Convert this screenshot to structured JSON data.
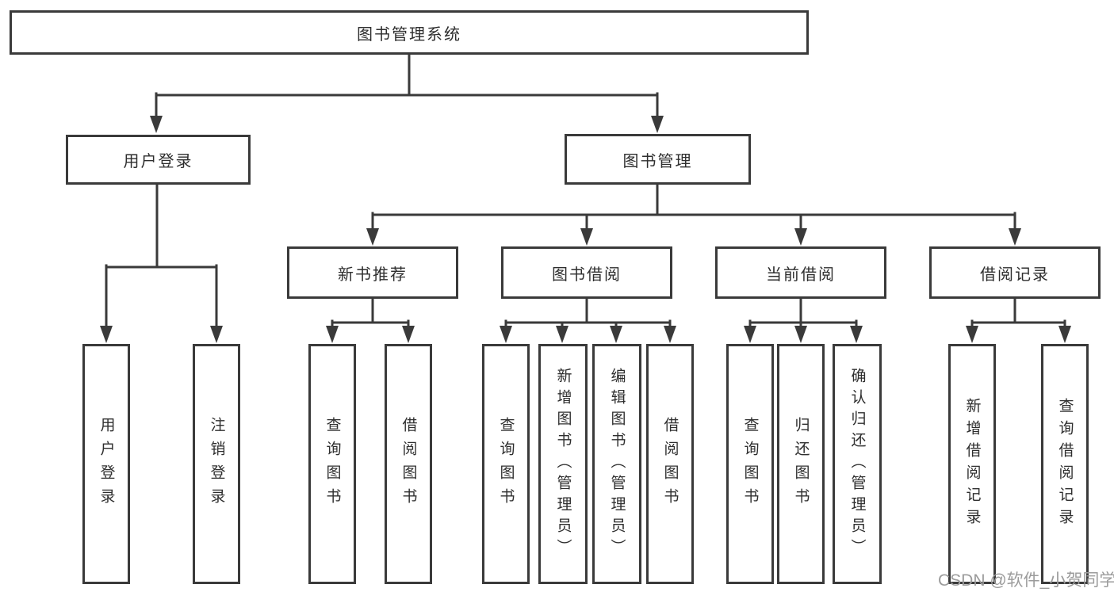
{
  "diagram": {
    "root": {
      "label": "图书管理系统"
    },
    "branches": [
      {
        "label": "用户登录",
        "children": [
          {
            "label": "用户登录"
          },
          {
            "label": "注销登录"
          }
        ]
      },
      {
        "label": "图书管理",
        "children": [
          {
            "label": "新书推荐",
            "children": [
              {
                "label": "查询图书"
              },
              {
                "label": "借阅图书"
              }
            ]
          },
          {
            "label": "图书借阅",
            "children": [
              {
                "label": "查询图书"
              },
              {
                "label": "新增图书（管理员）"
              },
              {
                "label": "编辑图书（管理员）"
              },
              {
                "label": "借阅图书"
              }
            ]
          },
          {
            "label": "当前借阅",
            "children": [
              {
                "label": "查询图书"
              },
              {
                "label": "归还图书"
              },
              {
                "label": "确认归还（管理员）"
              }
            ]
          },
          {
            "label": "借阅记录",
            "children": [
              {
                "label": "新增借阅记录"
              },
              {
                "label": "查询借阅记录"
              }
            ]
          }
        ]
      }
    ],
    "colors": {
      "line": "#3a3a3a",
      "box_border": "#3a3a3a",
      "text": "#2e2e2e",
      "background": "#ffffff"
    }
  },
  "watermark": {
    "text": "CSDN @软件_小贺同学",
    "color": "#9b9b9b"
  }
}
